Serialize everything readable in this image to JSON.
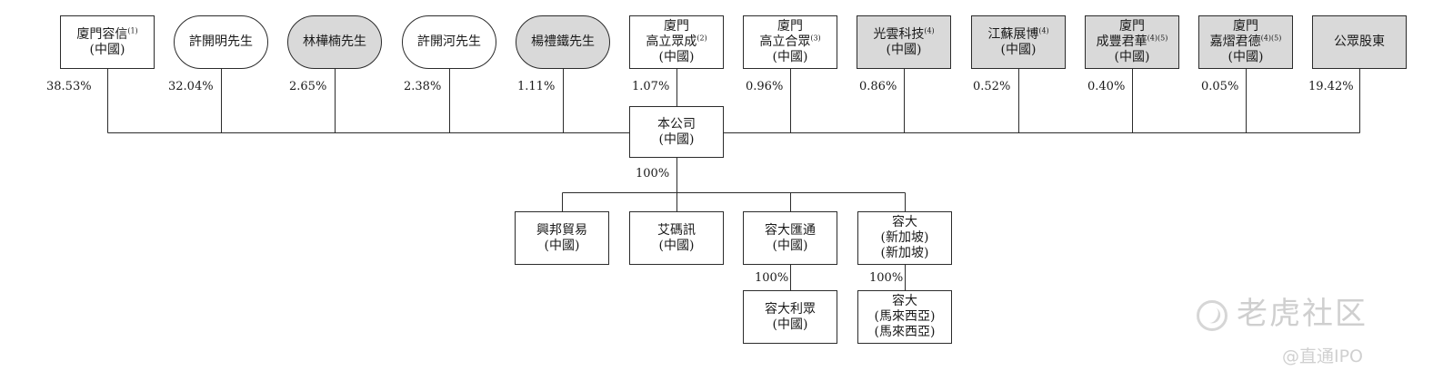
{
  "shareholders": [
    {
      "line1": "廈門容信",
      "sup": "(1)",
      "line2": "(中國)",
      "line3": "",
      "style": "rect",
      "pct": "38.53%"
    },
    {
      "line1": "許開明先生",
      "sup": "",
      "line2": "",
      "line3": "",
      "style": "pill",
      "pct": "32.04%"
    },
    {
      "line1": "林樺楠先生",
      "sup": "",
      "line2": "",
      "line3": "",
      "style": "pill-shaded",
      "pct": "2.65%"
    },
    {
      "line1": "許開河先生",
      "sup": "",
      "line2": "",
      "line3": "",
      "style": "pill",
      "pct": "2.38%"
    },
    {
      "line1": "楊禮鐵先生",
      "sup": "",
      "line2": "",
      "line3": "",
      "style": "pill-shaded",
      "pct": "1.11%"
    },
    {
      "line1": "廈門",
      "sup": "",
      "line2": "高立眾成",
      "sup2": "(2)",
      "line3": "(中國)",
      "style": "rect",
      "pct": "1.07%"
    },
    {
      "line1": "廈門",
      "sup": "",
      "line2": "高立合眾",
      "sup2": "(3)",
      "line3": "(中國)",
      "style": "rect",
      "pct": "0.96%"
    },
    {
      "line1": "光雲科技",
      "sup": "(4)",
      "line2": "(中國)",
      "line3": "",
      "style": "rect-shaded",
      "pct": "0.86%"
    },
    {
      "line1": "江蘇展博",
      "sup": "(4)",
      "line2": "(中國)",
      "line3": "",
      "style": "rect-shaded",
      "pct": "0.52%"
    },
    {
      "line1": "廈門",
      "sup": "",
      "line2": "成豐君華",
      "sup2": "(4)(5)",
      "line3": "(中國)",
      "style": "rect-shaded",
      "pct": "0.40%"
    },
    {
      "line1": "廈門",
      "sup": "",
      "line2": "嘉熠君德",
      "sup2": "(4)(5)",
      "line3": "(中國)",
      "style": "rect-shaded",
      "pct": "0.05%"
    },
    {
      "line1": "公眾股東",
      "sup": "",
      "line2": "",
      "line3": "",
      "style": "rect-shaded",
      "pct": "19.42%"
    }
  ],
  "company": {
    "line1": "本公司",
    "line2": "(中國)"
  },
  "subsidiary_pct": "100%",
  "subsidiaries": [
    {
      "line1": "興邦貿易",
      "line2": "(中國)",
      "line3": ""
    },
    {
      "line1": "艾碼訊",
      "line2": "(中國)",
      "line3": ""
    },
    {
      "line1": "容大匯通",
      "line2": "(中國)",
      "line3": ""
    },
    {
      "line1": "容大",
      "line2": "(新加坡)",
      "line3": "(新加坡)"
    }
  ],
  "grandchildren": [
    {
      "line1": "容大利眾",
      "line2": "(中國)",
      "line3": "",
      "pct": "100%"
    },
    {
      "line1": "容大",
      "line2": "(馬來西亞)",
      "line3": "(馬來西亞)",
      "pct": "100%"
    }
  ],
  "watermark": {
    "brand": "老虎社区",
    "handle": "@直通IPO"
  }
}
